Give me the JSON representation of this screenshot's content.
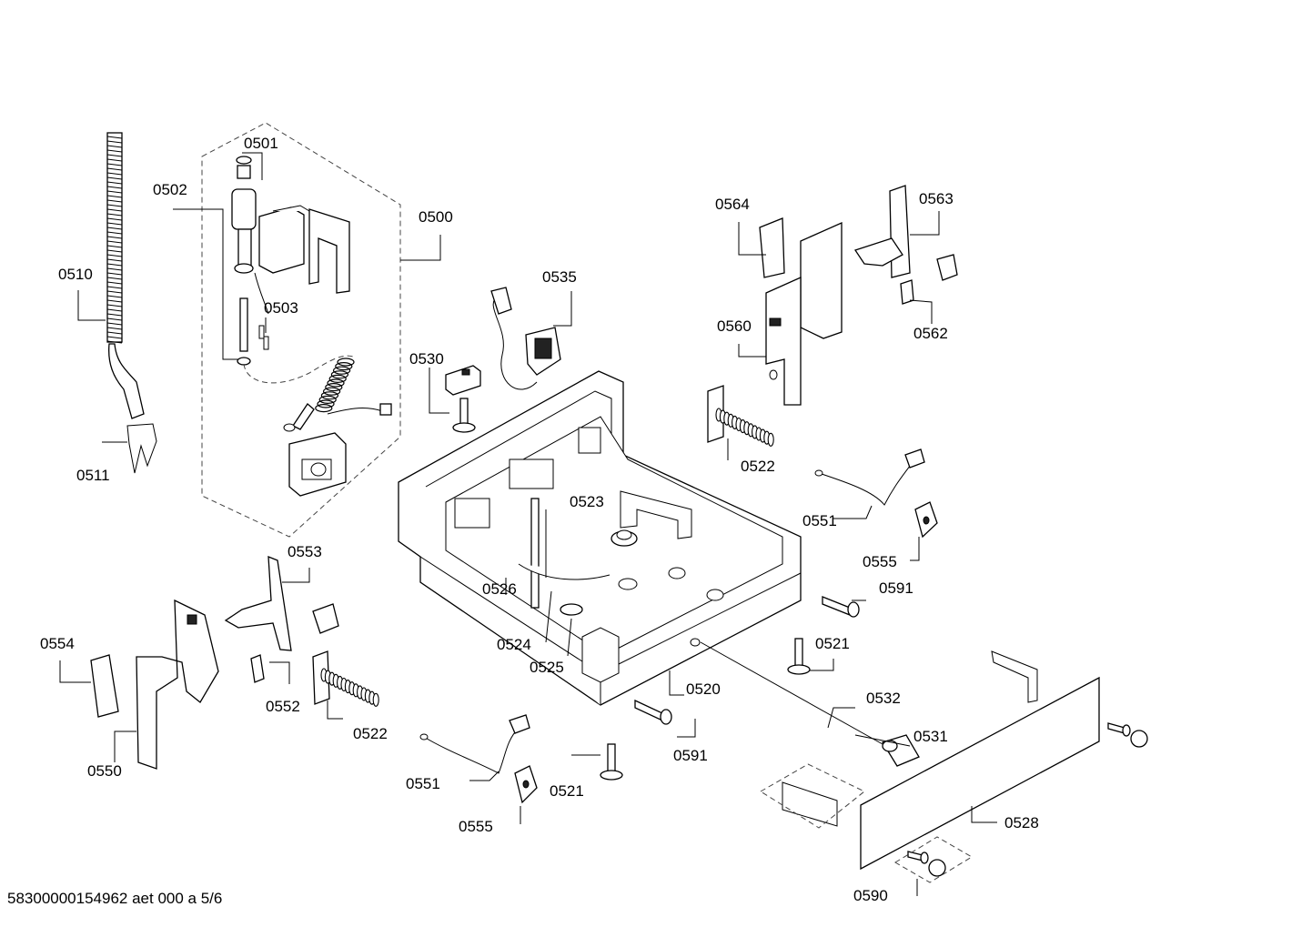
{
  "diagram": {
    "labels": {
      "p0500": "0500",
      "p0501": "0501",
      "p0502": "0502",
      "p0503": "0503",
      "p0510": "0510",
      "p0511": "0511",
      "p0520": "0520",
      "p0521a": "0521",
      "p0521b": "0521",
      "p0522a": "0522",
      "p0522b": "0522",
      "p0523": "0523",
      "p0524": "0524",
      "p0525": "0525",
      "p0526": "0526",
      "p0528": "0528",
      "p0530": "0530",
      "p0531": "0531",
      "p0532": "0532",
      "p0535": "0535",
      "p0550": "0550",
      "p0551a": "0551",
      "p0551b": "0551",
      "p0552": "0552",
      "p0553": "0553",
      "p0554": "0554",
      "p0555a": "0555",
      "p0555b": "0555",
      "p0560": "0560",
      "p0562": "0562",
      "p0563": "0563",
      "p0564": "0564",
      "p0590": "0590",
      "p0591a": "0591",
      "p0591b": "0591"
    }
  },
  "footer": {
    "doc_id": "58300000154962 aet 000 a 5/6"
  }
}
